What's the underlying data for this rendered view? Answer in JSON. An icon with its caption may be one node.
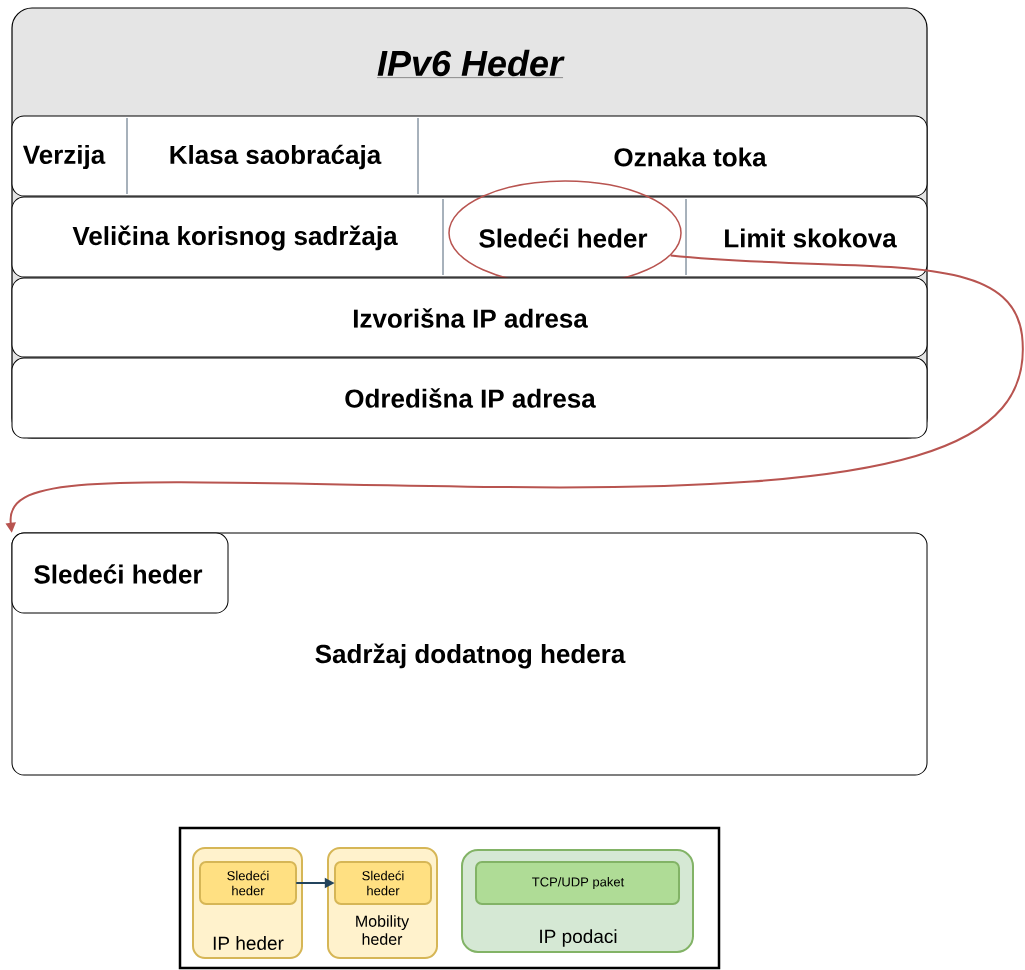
{
  "diagram": {
    "nodes": [
      {
        "text": [
          "IPv6 Heder"
        ]
      },
      {
        "text": [],
        "shape": "box",
        "in": 0
      },
      {
        "text": [
          "Verzija"
        ],
        "in": 1
      },
      {
        "text": [
          "Klasa saobraćaja"
        ],
        "in": 1
      },
      {
        "text": [
          "Oznaka toka"
        ],
        "in": 1
      },
      {
        "text": [],
        "shape": "box",
        "in": 0
      },
      {
        "text": [
          "Veličina korisnog sadržaja"
        ],
        "in": 5
      },
      {
        "text": [
          "Sledeći heder"
        ],
        "in": 0
      },
      {
        "text": [
          "Limit skokova"
        ],
        "in": 5
      },
      {
        "text": [
          "Izvorišna IP adresa"
        ],
        "in": 0
      },
      {
        "text": [
          "Odredišna IP adresa"
        ],
        "in": 0
      },
      {
        "text": [
          "Sadržaj dodatnog hedera"
        ]
      },
      {
        "text": [
          "Sledeći heder"
        ],
        "in": 11
      },
      {
        "text": [],
        "shape": "box"
      },
      {
        "text": [
          "IP heder"
        ],
        "in": 13
      },
      {
        "text": [
          "Sledeći heder"
        ],
        "in": 14
      },
      {
        "text": [
          "Mobility heder"
        ],
        "in": 13
      },
      {
        "text": [
          "Sledeći heder"
        ],
        "in": 16
      },
      {
        "text": [
          "IP podaci"
        ],
        "in": 13
      },
      {
        "text": [
          "TCP/UDP paket"
        ],
        "in": 18
      }
    ],
    "edges": [
      {
        "from": 7,
        "to": 12,
        "arrow": "to",
        "color": "#b85450"
      },
      {
        "from": 15,
        "to": 17,
        "arrow": "to",
        "color": "#23445d"
      }
    ]
  }
}
